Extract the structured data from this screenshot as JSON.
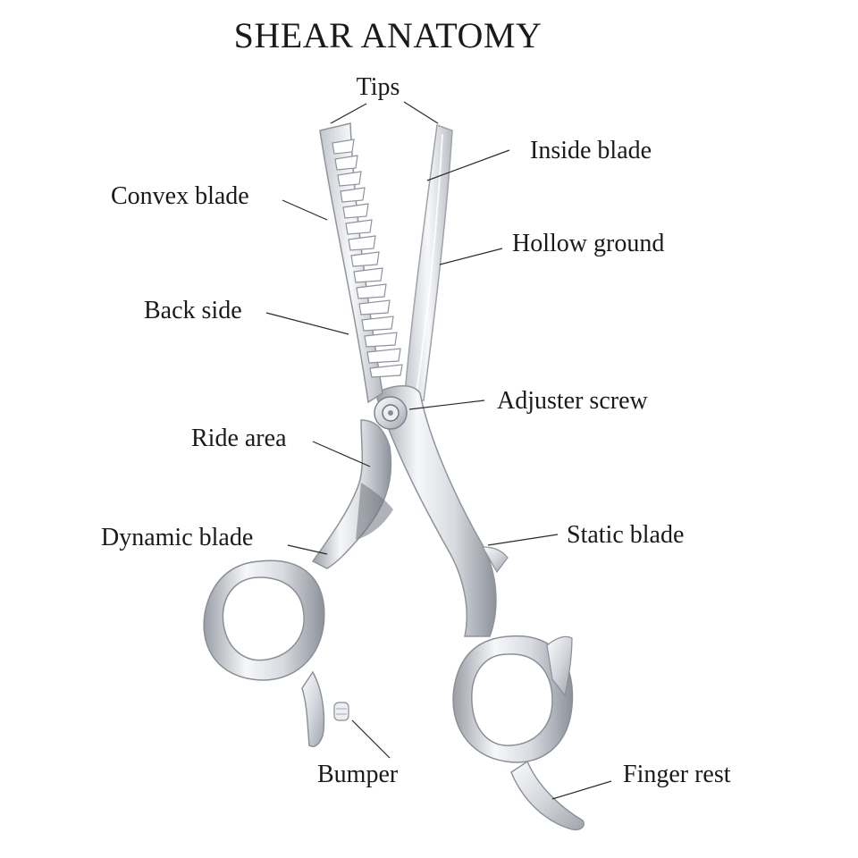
{
  "title": "SHEAR ANATOMY",
  "labels": {
    "tips": "Tips",
    "inside_blade": "Inside blade",
    "convex_blade": "Convex blade",
    "hollow_ground": "Hollow ground",
    "back_side": "Back side",
    "adjuster_screw": "Adjuster screw",
    "ride_area": "Ride area",
    "dynamic_blade": "Dynamic blade",
    "static_blade": "Static blade",
    "bumper": "Bumper",
    "finger_rest": "Finger rest"
  },
  "colors": {
    "text": "#1a1a1a",
    "leader": "#2a2a2a",
    "metal_light": "#f4f5f7",
    "metal_mid": "#c9ccd2",
    "metal_dark": "#8a8e96"
  }
}
